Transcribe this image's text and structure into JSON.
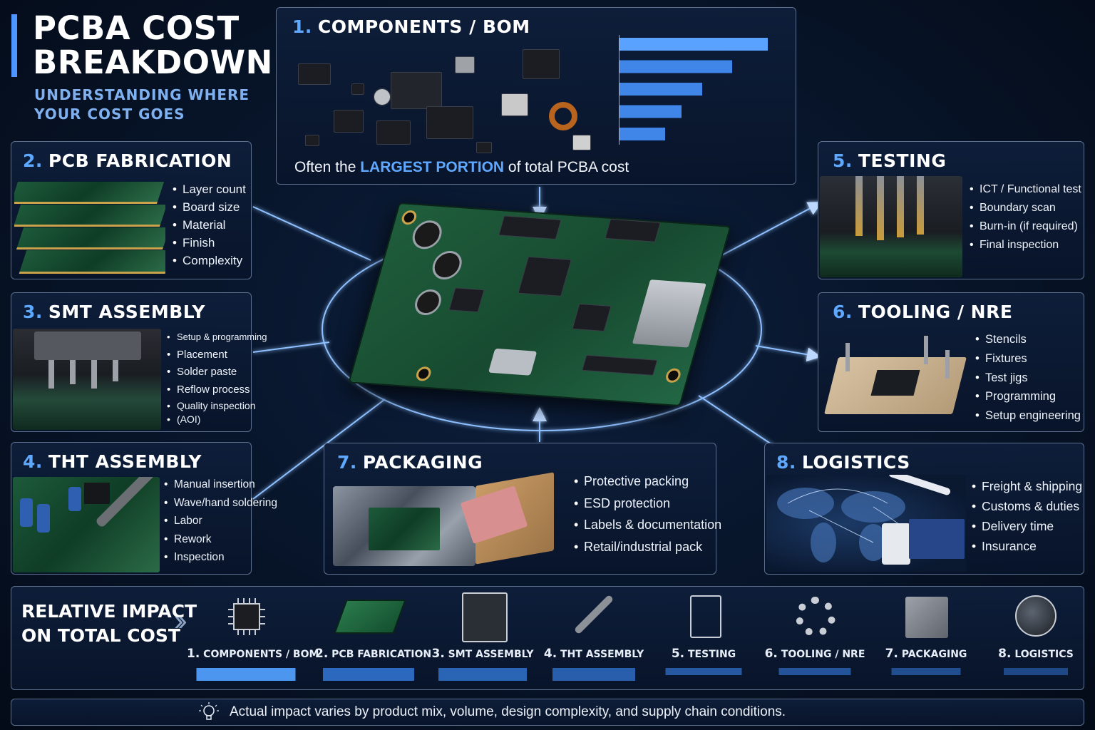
{
  "header": {
    "title_line1": "PCBA COST",
    "title_line2": "BREAKDOWN",
    "subtitle_line1": "UNDERSTANDING WHERE",
    "subtitle_line2": "YOUR COST GOES"
  },
  "components": {
    "num": "1.",
    "title": "COMPONENTS / BOM",
    "caption_pre": "Often the",
    "caption_highlight": "LARGEST PORTION",
    "caption_post": "of total PCBA cost",
    "bar_fractions": [
      1.0,
      0.76,
      0.56,
      0.42,
      0.31
    ]
  },
  "pcb_fabrication": {
    "num": "2.",
    "title": "PCB FABRICATION",
    "items": [
      "Layer count",
      "Board size",
      "Material",
      "Finish",
      "Complexity"
    ]
  },
  "smt_assembly": {
    "num": "3.",
    "title": "SMT ASSEMBLY",
    "items": [
      "Setup & programming",
      "Placement",
      "Solder paste",
      "Reflow process",
      "Quality inspection",
      "(AOI)"
    ]
  },
  "tht_assembly": {
    "num": "4.",
    "title": "THT ASSEMBLY",
    "items": [
      "Manual insertion",
      "Wave/hand soldering",
      "Labor",
      "Rework",
      "Inspection"
    ]
  },
  "testing": {
    "num": "5.",
    "title": "TESTING",
    "items": [
      "ICT / Functional test",
      "Boundary scan",
      "Burn-in (if required)",
      "Final inspection"
    ]
  },
  "tooling": {
    "num": "6.",
    "title": "TOOLING / NRE",
    "items": [
      "Stencils",
      "Fixtures",
      "Test jigs",
      "Programming",
      "Setup engineering"
    ]
  },
  "packaging": {
    "num": "7.",
    "title": "PACKAGING",
    "items": [
      "Protective packing",
      "ESD protection",
      "Labels & documentation",
      "Retail/industrial pack"
    ]
  },
  "logistics": {
    "num": "8.",
    "title": "LOGISTICS",
    "items": [
      "Freight & shipping",
      "Customs & duties",
      "Delivery time",
      "Insurance"
    ]
  },
  "impact": {
    "heading_line1": "RELATIVE IMPACT",
    "heading_line2": "ON TOTAL COST",
    "items": [
      {
        "num": "1.",
        "label": "COMPONENTS / BOM",
        "icon": "chip-icon",
        "level": 1.0
      },
      {
        "num": "2.",
        "label": "PCB FABRICATION",
        "icon": "pcb-icon",
        "level": 0.85
      },
      {
        "num": "3.",
        "label": "SMT ASSEMBLY",
        "icon": "smt-machine-icon",
        "level": 0.8
      },
      {
        "num": "4.",
        "label": "THT ASSEMBLY",
        "icon": "soldering-iron-icon",
        "level": 0.7
      },
      {
        "num": "5.",
        "label": "TESTING",
        "icon": "clipboard-check-icon",
        "level": 0.58
      },
      {
        "num": "6.",
        "label": "TOOLING / NRE",
        "icon": "gears-icon",
        "level": 0.5
      },
      {
        "num": "7.",
        "label": "PACKAGING",
        "icon": "box-icon",
        "level": 0.45
      },
      {
        "num": "8.",
        "label": "LOGISTICS",
        "icon": "globe-icon",
        "level": 0.35
      }
    ]
  },
  "footer": {
    "note": "Actual impact varies by product mix, volume, design complexity, and supply chain conditions.",
    "icon": "lightbulb-icon"
  },
  "colors": {
    "accent": "#5fa8ff",
    "panel_border": "#5d6f8e",
    "background": "#071428",
    "glow": "#7fb6ff"
  }
}
